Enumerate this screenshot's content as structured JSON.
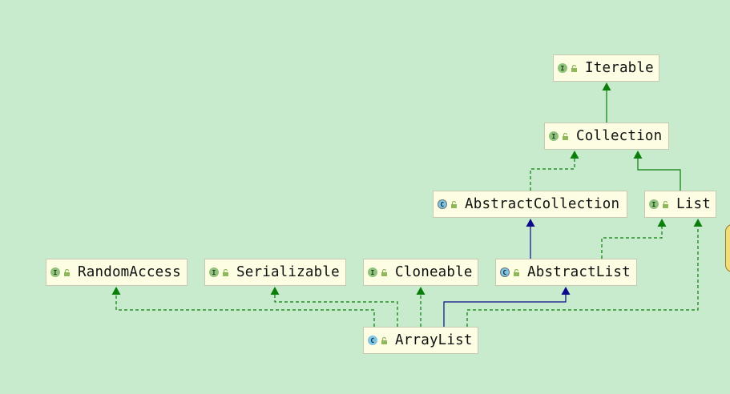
{
  "diagram": {
    "nodes": {
      "iterable": {
        "kind": "I",
        "label": "Iterable"
      },
      "collection": {
        "kind": "I",
        "label": "Collection"
      },
      "abstractcollection": {
        "kind": "C",
        "label": "AbstractCollection"
      },
      "list": {
        "kind": "I",
        "label": "List"
      },
      "randomaccess": {
        "kind": "I",
        "label": "RandomAccess"
      },
      "serializable": {
        "kind": "I",
        "label": "Serializable"
      },
      "cloneable": {
        "kind": "I",
        "label": "Cloneable"
      },
      "abstractlist": {
        "kind": "C",
        "label": "AbstractList"
      },
      "arraylist": {
        "kind": "C",
        "label": "ArrayList"
      }
    },
    "edges": [
      {
        "from": "collection",
        "to": "iterable",
        "relation": "extends"
      },
      {
        "from": "abstractcollection",
        "to": "collection",
        "relation": "implements"
      },
      {
        "from": "list",
        "to": "collection",
        "relation": "extends"
      },
      {
        "from": "abstractlist",
        "to": "abstractcollection",
        "relation": "extends"
      },
      {
        "from": "abstractlist",
        "to": "list",
        "relation": "implements"
      },
      {
        "from": "arraylist",
        "to": "randomaccess",
        "relation": "implements"
      },
      {
        "from": "arraylist",
        "to": "serializable",
        "relation": "implements"
      },
      {
        "from": "arraylist",
        "to": "cloneable",
        "relation": "implements"
      },
      {
        "from": "arraylist",
        "to": "abstractlist",
        "relation": "extends"
      },
      {
        "from": "arraylist",
        "to": "list",
        "relation": "implements"
      }
    ],
    "colors": {
      "background": "#c8ebcd",
      "interface_edge": "#0a7d0a",
      "class_edge": "#0a0a8a",
      "node_fill": "#fdfde4"
    }
  }
}
